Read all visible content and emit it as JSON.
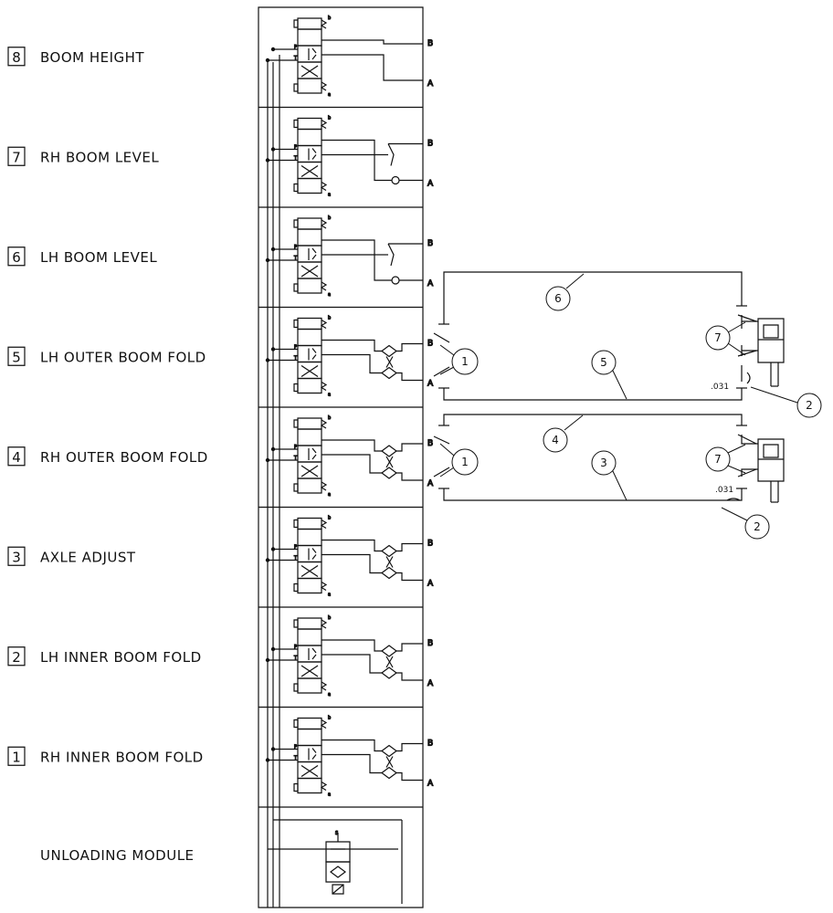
{
  "sections": [
    {
      "num": "8",
      "label": "BOOM HEIGHT",
      "port_b": "B",
      "port_a": "A"
    },
    {
      "num": "7",
      "label": "RH BOOM LEVEL",
      "port_b": "B",
      "port_a": "A"
    },
    {
      "num": "6",
      "label": "LH BOOM LEVEL",
      "port_b": "B",
      "port_a": "A"
    },
    {
      "num": "5",
      "label": "LH OUTER BOOM FOLD",
      "port_b": "B",
      "port_a": "A"
    },
    {
      "num": "4",
      "label": "RH OUTER BOOM FOLD",
      "port_b": "B",
      "port_a": "A"
    },
    {
      "num": "3",
      "label": "AXLE  ADJUST",
      "port_b": "B",
      "port_a": "A"
    },
    {
      "num": "2",
      "label": "LH INNER BOOM FOLD",
      "port_b": "B",
      "port_a": "A"
    },
    {
      "num": "1",
      "label": "RH INNER BOOM FOLD",
      "port_b": "B",
      "port_a": "A"
    }
  ],
  "unloading_label": "UNLOADING MODULE",
  "valve_port_p": "P",
  "valve_port_t": "T",
  "valve_mark_a": "a",
  "valve_mark_b": "b",
  "unload_mark": "S",
  "callouts": {
    "upper_fitting": "1",
    "upper_tube_top": "6",
    "upper_tube_bottom": "5",
    "upper_cyl_fitting": "7",
    "upper_orifice": "2",
    "lower_fitting": "1",
    "lower_tube_top": "4",
    "lower_tube_bottom": "3",
    "lower_cyl_fitting": "7",
    "lower_orifice": "2"
  },
  "orifice_upper": ".031",
  "orifice_lower": ".031"
}
